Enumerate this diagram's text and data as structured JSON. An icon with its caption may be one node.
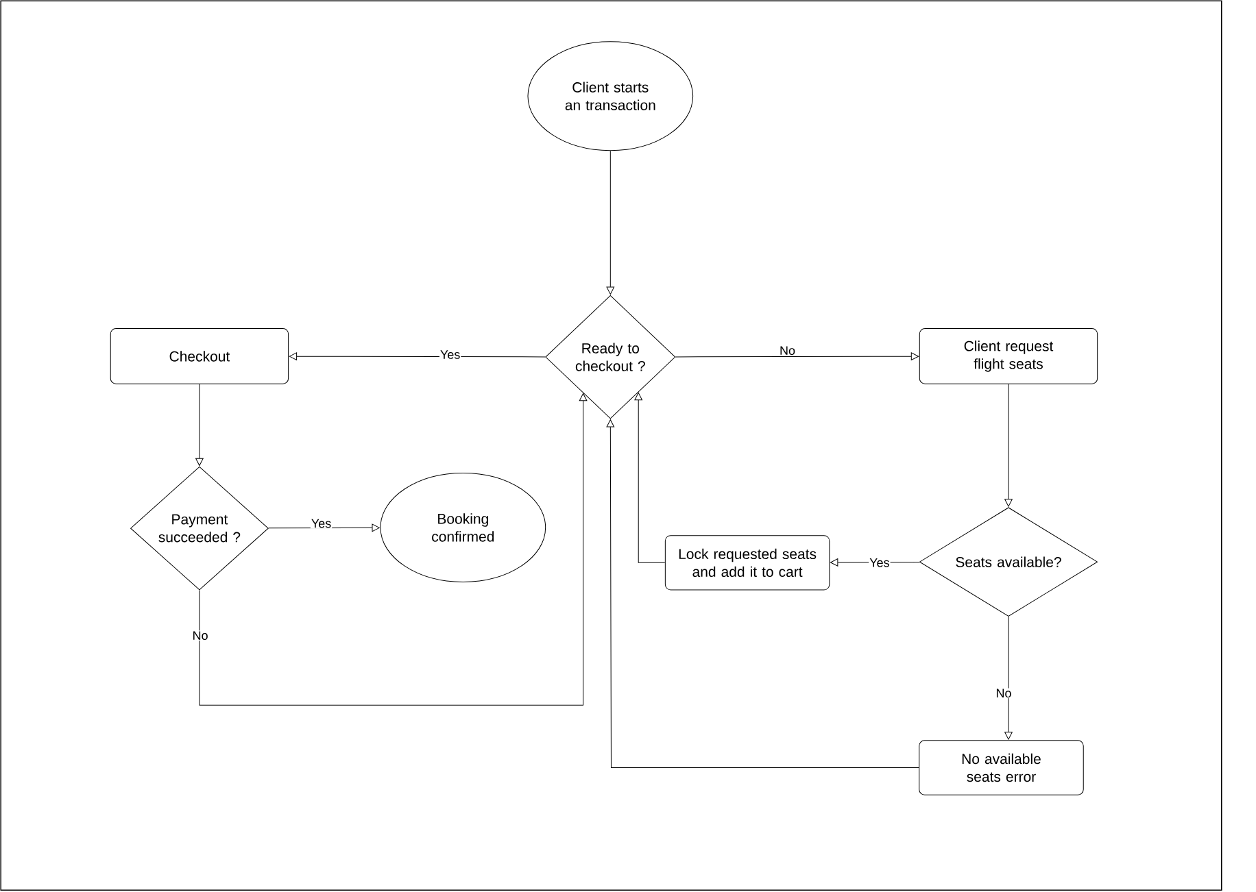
{
  "diagram": {
    "nodes": [
      {
        "text": [
          "Client starts an transaction"
        ]
      },
      {
        "text": [
          "Ready to checkout ?"
        ]
      },
      {
        "text": [
          "Checkout"
        ]
      },
      {
        "text": [
          "Client request flight seats"
        ]
      },
      {
        "text": [
          "Payment succeeded ?"
        ]
      },
      {
        "text": [
          "Booking confirmed"
        ]
      },
      {
        "text": [
          "Seats available?"
        ]
      },
      {
        "text": [
          "Lock requested seats and add it to cart"
        ]
      },
      {
        "text": [
          "No available seats error"
        ]
      }
    ],
    "edges": [
      {
        "from": 0,
        "to": 1,
        "arrow": "to"
      },
      {
        "from": 1,
        "to": 2,
        "arrow": "to",
        "label": "Yes"
      },
      {
        "from": 1,
        "to": 3,
        "arrow": "to",
        "label": "No"
      },
      {
        "from": 2,
        "to": 4,
        "arrow": "to"
      },
      {
        "from": 4,
        "to": 5,
        "arrow": "to",
        "label": "Yes"
      },
      {
        "from": 4,
        "to": 1,
        "arrow": "to",
        "label": "No"
      },
      {
        "from": 3,
        "to": 6,
        "arrow": "to"
      },
      {
        "from": 6,
        "to": 7,
        "arrow": "to",
        "label": "Yes"
      },
      {
        "from": 6,
        "to": 8,
        "arrow": "to",
        "label": "No"
      },
      {
        "from": 7,
        "to": 1,
        "arrow": "to"
      },
      {
        "from": 8,
        "to": 1,
        "arrow": "to"
      }
    ]
  }
}
